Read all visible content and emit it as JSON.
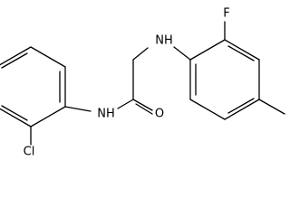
{
  "molecule": {
    "atom_labels": {
      "chlorine": "Cl",
      "amide_nitrogen": "NH",
      "carbonyl_oxygen": "O",
      "amine_nitrogen": "NH",
      "fluorine": "F"
    }
  },
  "colors": {
    "bond": "#000000",
    "text": "#000000",
    "background": "#ffffff"
  }
}
